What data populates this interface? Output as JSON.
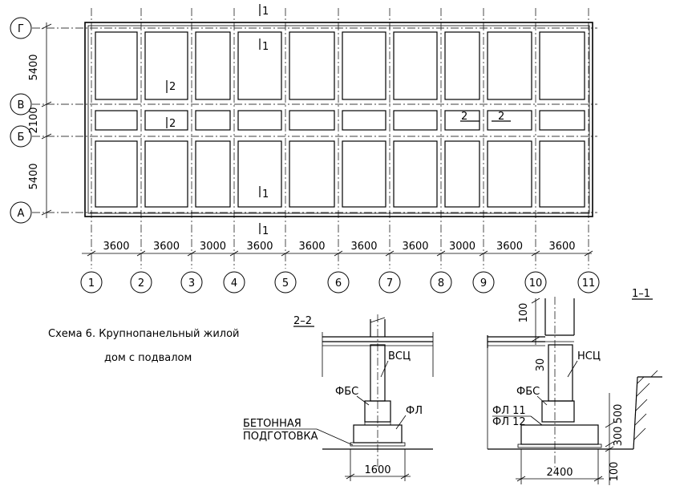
{
  "plan": {
    "rows": [
      {
        "label": "Г"
      },
      {
        "label": "В"
      },
      {
        "label": "Б"
      },
      {
        "label": "А"
      }
    ],
    "row_dims": [
      "5400",
      "2100",
      "5400"
    ],
    "axes": [
      "1",
      "2",
      "3",
      "4",
      "5",
      "6",
      "7",
      "8",
      "9",
      "10",
      "11"
    ],
    "col_dims": [
      "3600",
      "3600",
      "3000",
      "3600",
      "3600",
      "3600",
      "3600",
      "3000",
      "3600",
      "3600"
    ],
    "cut_mark_1": "1",
    "cut_mark_2": "2"
  },
  "caption": {
    "line1": "Схема 6. Крупнопанельный жилой",
    "line2": "дом с подвалом"
  },
  "section_22": {
    "title": "2–2",
    "wall_label": "ВСЦ",
    "block_label": "ФБС",
    "footing_label": "ФЛ",
    "base_label_1": "БЕТОННАЯ",
    "base_label_2": "ПОДГОТОВКА",
    "width_dim": "1600"
  },
  "section_11": {
    "title": "1–1",
    "wall_label": "НСЦ",
    "block_label": "ФБС",
    "footing_label_1": "ФЛ 11",
    "footing_label_2": "ФЛ 12",
    "dim_top": "100",
    "dim_gap": "30",
    "dim_footing_a": "300",
    "dim_footing_b": "500",
    "dim_bottom": "100",
    "width_dim": "2400"
  }
}
